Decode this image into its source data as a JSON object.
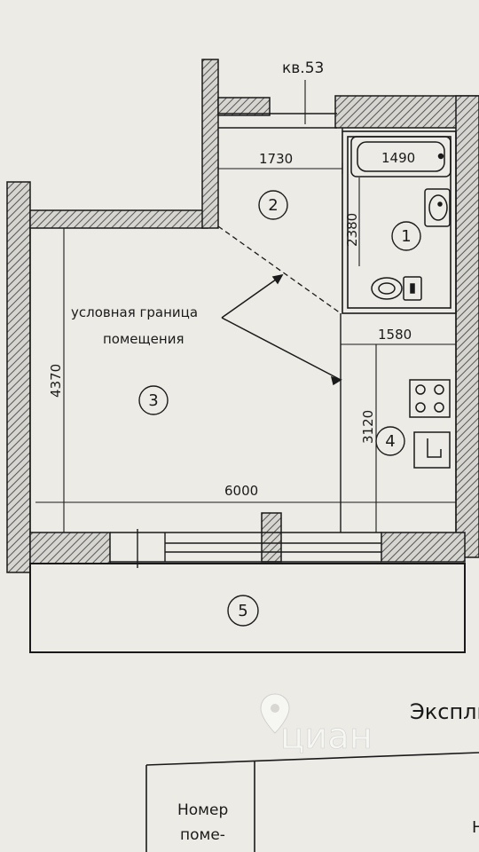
{
  "apartment_label": "кв.53",
  "dimensions": {
    "hall_width": "1730",
    "bathtub_length": "1490",
    "bathroom_depth": "2380",
    "kitchen_width": "1580",
    "kitchen_depth": "3120",
    "room_depth": "4370",
    "total_width": "6000"
  },
  "annotation": {
    "line1": "условная граница",
    "line2": "помещения"
  },
  "rooms": [
    "1",
    "2",
    "3",
    "4",
    "5"
  ],
  "explication_title": "Экспли",
  "table": {
    "col_header_1": [
      "Номер",
      "поме-"
    ],
    "col_header_2_fragment": "Н"
  },
  "watermark": {
    "brand": "циан"
  },
  "colors": {
    "line": "#1a1a1a",
    "paper": "#ecebe6",
    "hatch": "#555555"
  }
}
